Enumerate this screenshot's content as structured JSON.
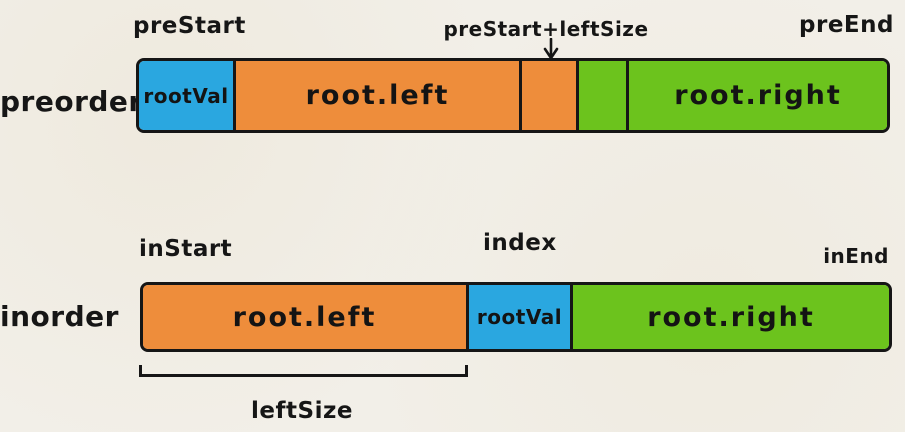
{
  "canvas": {
    "background_color": "#f2efe8",
    "outline_color": "#161616"
  },
  "colors": {
    "root_val_blue": "#2aa7e0",
    "left_subtree_orange": "#ee8d3b",
    "right_subtree_green": "#6cc31d"
  },
  "icons": {
    "down_arrow_icon": "↓"
  },
  "preorder": {
    "row_label": "preorder",
    "start_label": "preStart",
    "mid_label": "preStart+leftSize",
    "end_label": "preEnd",
    "segments": [
      {
        "label": "rootVal",
        "color": "#2aa7e0"
      },
      {
        "label": "root.left",
        "color": "#ee8d3b"
      },
      {
        "label": "",
        "color": "#ee8d3b"
      },
      {
        "label": "",
        "color": "#6cc31d"
      },
      {
        "label": "root.right",
        "color": "#6cc31d"
      }
    ]
  },
  "inorder": {
    "row_label": "inorder",
    "start_label": "inStart",
    "mid_label": "index",
    "end_label": "inEnd",
    "segments": [
      {
        "label": "root.left",
        "color": "#ee8d3b"
      },
      {
        "label": "rootVal",
        "color": "#2aa7e0"
      },
      {
        "label": "root.right",
        "color": "#6cc31d"
      }
    ]
  },
  "measure": {
    "label": "leftSize"
  }
}
